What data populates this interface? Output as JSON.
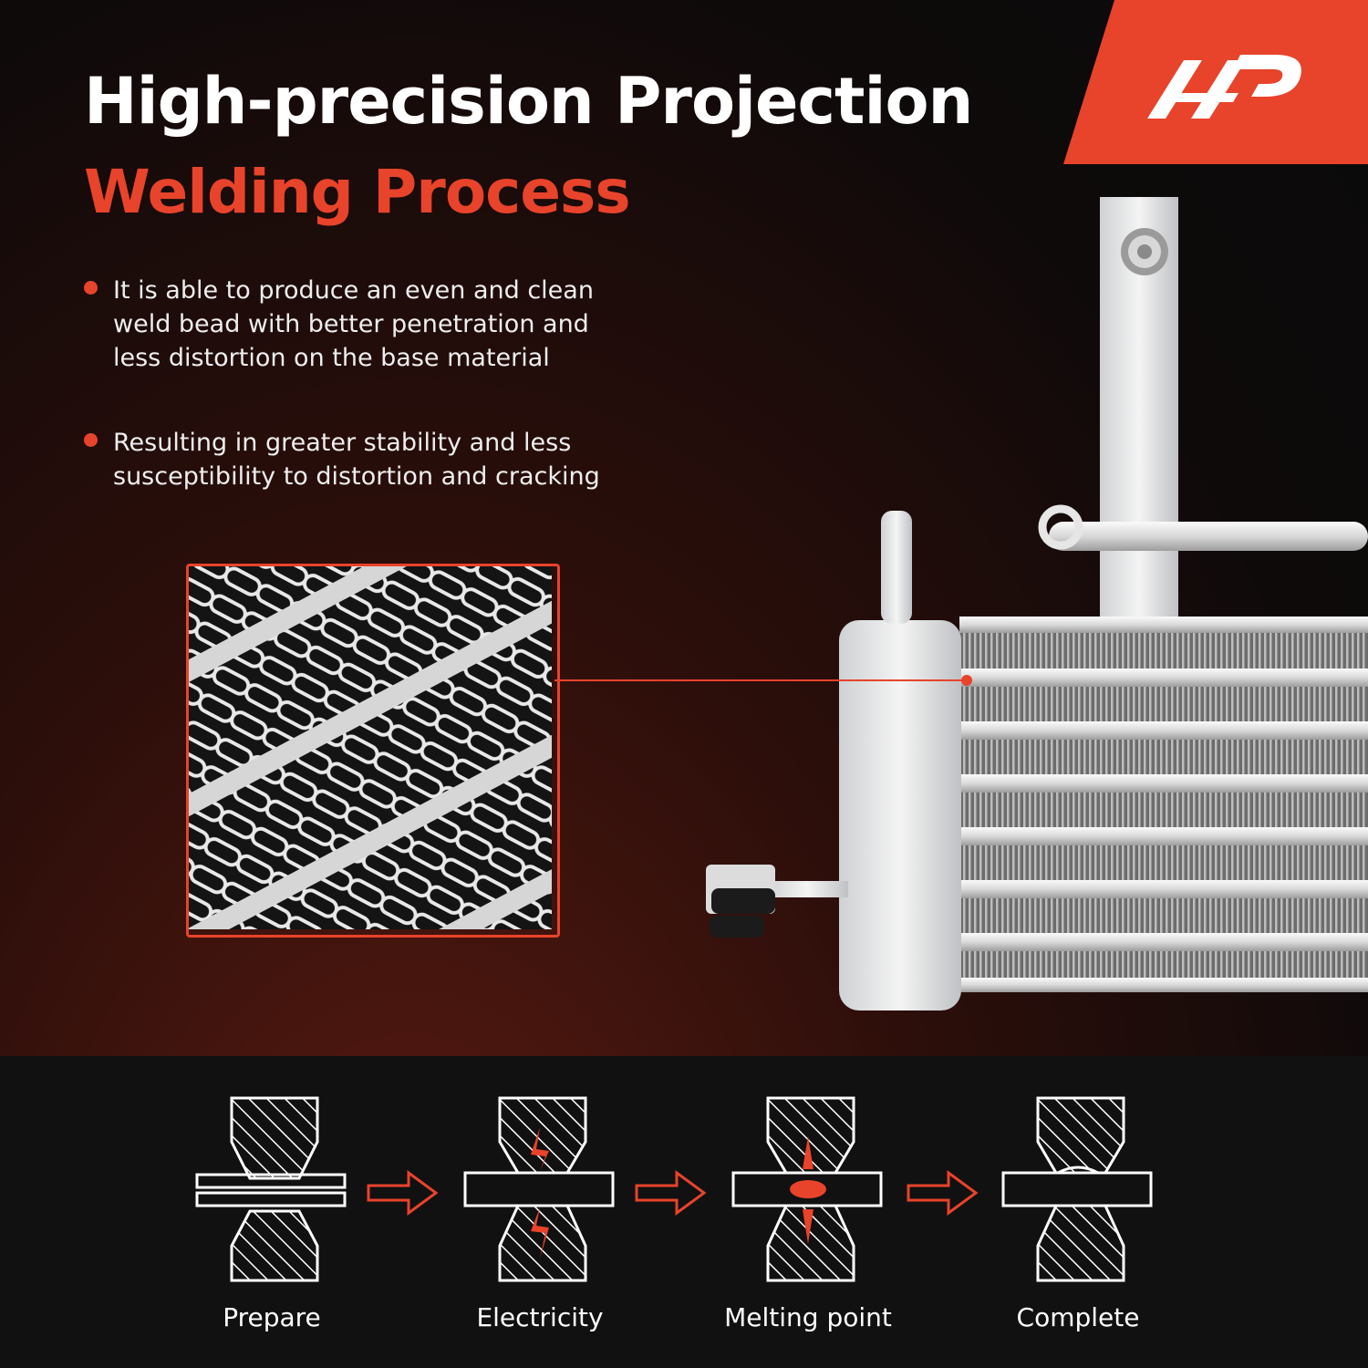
{
  "brand": {
    "logo_text": "AP",
    "accent_color": "#e8432b"
  },
  "headline": {
    "line1": "High-precision Projection",
    "line2": "Welding Process",
    "line1_color": "#ffffff",
    "line2_color": "#e8432b"
  },
  "bullets": [
    "It is able to produce an even and clean weld bead with better penetration and less distortion on the base material",
    "Resulting in greater stability and less susceptibility to distortion and cracking"
  ],
  "process_steps": [
    {
      "label": "Prepare",
      "icon": "prepare-step-icon"
    },
    {
      "label": "Electricity",
      "icon": "electricity-step-icon"
    },
    {
      "label": "Melting point",
      "icon": "melting-point-step-icon"
    },
    {
      "label": "Complete",
      "icon": "complete-step-icon"
    }
  ],
  "images": {
    "product": "transmission-oil-cooler",
    "detail": "fin-weld-closeup"
  }
}
